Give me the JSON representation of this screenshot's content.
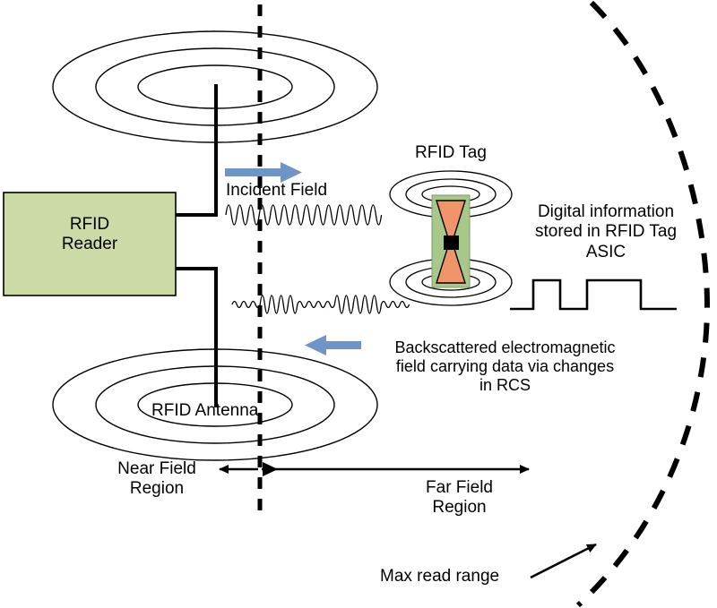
{
  "diagram": {
    "title": "RFID near field and far field operation diagram",
    "colors": {
      "reader_fill": "#ccdaa6",
      "tag_body_fill": "#a8c88a",
      "tag_antenna_fill": "#f0956a",
      "tag_chip_fill": "#000000",
      "arrow_blue": "#6f94c8",
      "line_black": "#000000",
      "background": "#ffffff"
    },
    "reader": {
      "label_line1": "RFID",
      "label_line2": "Reader"
    },
    "antenna": {
      "label": "RFID Antenna"
    },
    "tag": {
      "label": "RFID Tag"
    },
    "incident": {
      "label": "Incident Field",
      "arrow_direction": "right",
      "arrow_color": "#6f94c8"
    },
    "backscatter": {
      "line1": "Backscattered electromagnetic",
      "line2": "field carrying data via changes",
      "line3": "in RCS",
      "arrow_direction": "left",
      "arrow_color": "#6f94c8"
    },
    "digital": {
      "line1": "Digital information",
      "line2": "stored in RFID Tag",
      "line3": "ASIC",
      "waveform": "square-pulse-train"
    },
    "near_field": {
      "line1": "Near Field",
      "line2": "Region",
      "arrow_direction": "left"
    },
    "far_field": {
      "line1": "Far Field",
      "line2": "Region",
      "arrow_direction": "right"
    },
    "max_range": {
      "label": "Max read range",
      "arrow_direction": "up-right",
      "boundary_style": "dashed-arc"
    },
    "boundary_line": {
      "style": "vertical-dashed",
      "meaning": "near field / far field boundary"
    }
  }
}
